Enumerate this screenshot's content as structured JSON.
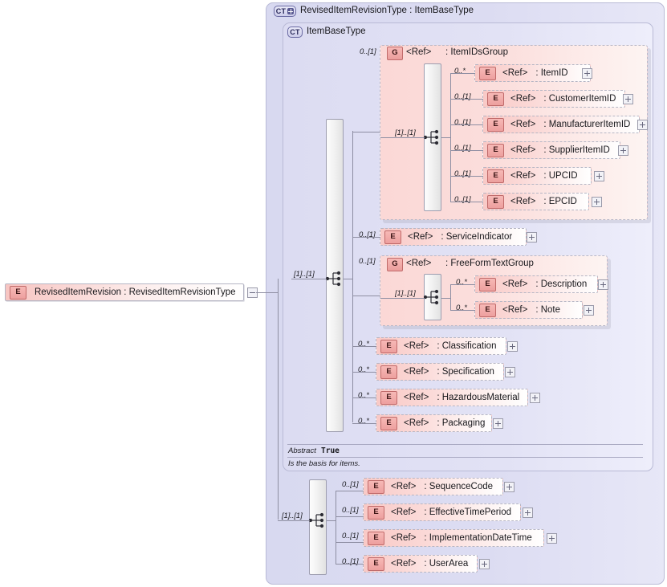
{
  "diagram": {
    "type": "xsd-schema-diagram",
    "root_element": {
      "icon": "E",
      "name": "RevisedItemRevision",
      "type_separator": ":",
      "type": "RevisedItemRevisionType",
      "label": "RevisedItemRevision : RevisedItemRevisionType",
      "toggle": "minus"
    },
    "outer_type": {
      "icon": "CT",
      "expandable": true,
      "name": "RevisedItemRevisionType",
      "base": "ItemBaseType",
      "label": "RevisedItemRevisionType : ItemBaseType"
    },
    "inner_type": {
      "icon": "CT",
      "expandable": false,
      "name": "ItemBaseType",
      "label": "ItemBaseType"
    },
    "annotation": {
      "abstract_label": "Abstract",
      "abstract_value": "True",
      "documentation": "Is the basis for items."
    },
    "item_ids_group": {
      "icon": "G",
      "ref": "<Ref>",
      "name": ": ItemIDsGroup",
      "outer_cardinality": "0..[1]",
      "inner_cardinality": "[1]..[1]",
      "children": [
        {
          "icon": "E",
          "ref": "<Ref>",
          "name": ": ItemID",
          "cardinality": "0..*"
        },
        {
          "icon": "E",
          "ref": "<Ref>",
          "name": ": CustomerItemID",
          "cardinality": "0..[1]"
        },
        {
          "icon": "E",
          "ref": "<Ref>",
          "name": ": ManufacturerItemID",
          "cardinality": "0..[1]"
        },
        {
          "icon": "E",
          "ref": "<Ref>",
          "name": ": SupplierItemID",
          "cardinality": "0..[1]"
        },
        {
          "icon": "E",
          "ref": "<Ref>",
          "name": ": UPCID",
          "cardinality": "0..[1]"
        },
        {
          "icon": "E",
          "ref": "<Ref>",
          "name": ": EPCID",
          "cardinality": "0..[1]"
        }
      ]
    },
    "service_indicator": {
      "icon": "E",
      "ref": "<Ref>",
      "name": ": ServiceIndicator",
      "cardinality": "0..[1]"
    },
    "free_form_text_group": {
      "icon": "G",
      "ref": "<Ref>",
      "name": ": FreeFormTextGroup",
      "outer_cardinality": "0..[1]",
      "inner_cardinality": "[1]..[1]",
      "children": [
        {
          "icon": "E",
          "ref": "<Ref>",
          "name": ": Description",
          "cardinality": "0..*"
        },
        {
          "icon": "E",
          "ref": "<Ref>",
          "name": ": Note",
          "cardinality": "0..*"
        }
      ]
    },
    "base_elements": [
      {
        "icon": "E",
        "ref": "<Ref>",
        "name": ": Classification",
        "cardinality": "0..*"
      },
      {
        "icon": "E",
        "ref": "<Ref>",
        "name": ": Specification",
        "cardinality": "0..*"
      },
      {
        "icon": "E",
        "ref": "<Ref>",
        "name": ": HazardousMaterial",
        "cardinality": "0..*"
      },
      {
        "icon": "E",
        "ref": "<Ref>",
        "name": ": Packaging",
        "cardinality": "0..*"
      }
    ],
    "base_sequence_cardinality": "[1]..[1]",
    "extension_sequence_cardinality": "[1]..[1]",
    "extension_elements": [
      {
        "icon": "E",
        "ref": "<Ref>",
        "name": ": SequenceCode",
        "cardinality": "0..[1]"
      },
      {
        "icon": "E",
        "ref": "<Ref>",
        "name": ": EffectiveTimePeriod",
        "cardinality": "0..[1]"
      },
      {
        "icon": "E",
        "ref": "<Ref>",
        "name": ": ImplementationDateTime",
        "cardinality": "0..[1]"
      },
      {
        "icon": "E",
        "ref": "<Ref>",
        "name": ": UserArea",
        "cardinality": "0..[1]"
      }
    ],
    "colors": {
      "container_fill": "#dcdcf2",
      "group_fill": "#fbd8d6",
      "element_badge": "#f2a9a7",
      "border": "#b9bad6",
      "line": "#8e8ea2"
    }
  }
}
